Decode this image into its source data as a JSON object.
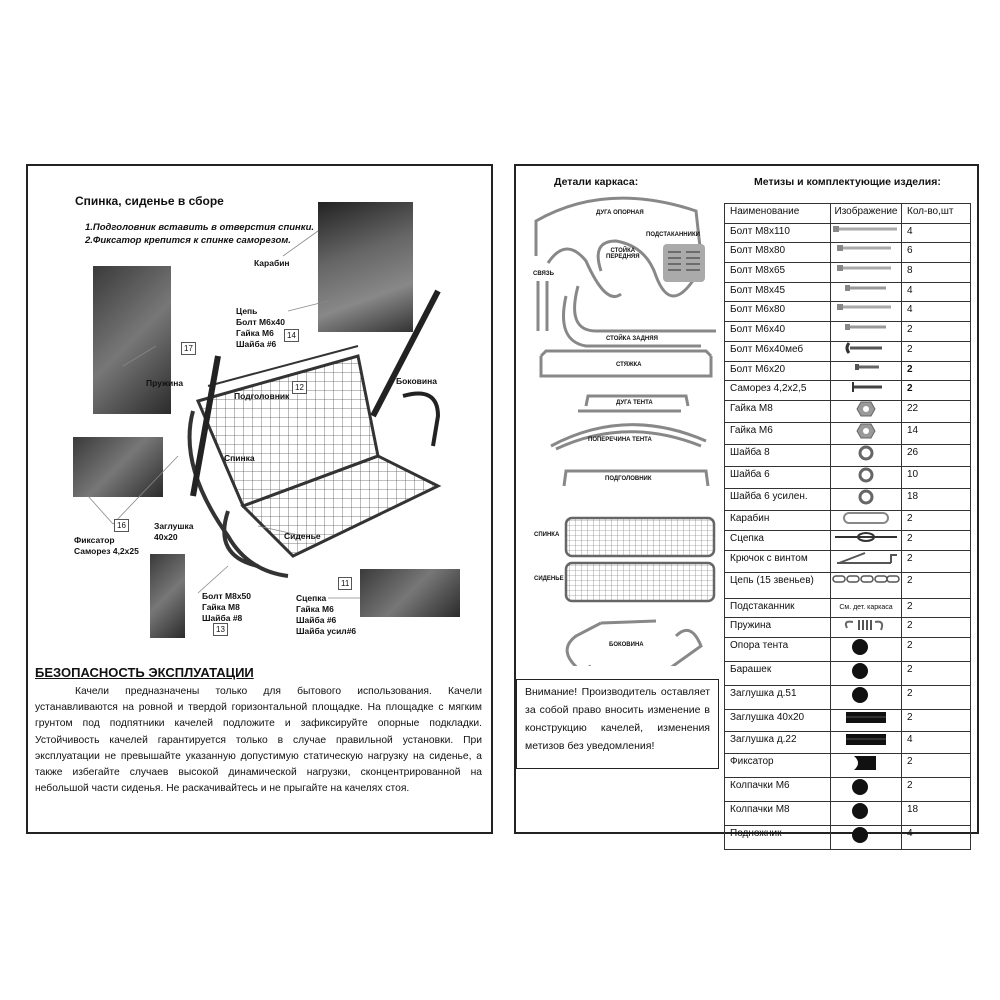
{
  "left": {
    "title": "Спинка, сиденье в сборе",
    "instructions": [
      "1.Подголовник вставить в отверстия спинки.",
      "2.Фиксатор крепится к спинке саморезом."
    ],
    "labels": {
      "karabin": "Карабин",
      "chain_group": [
        "Цепь",
        "Болт М6х40",
        "Гайка М6",
        "Шайба #6"
      ],
      "spring": "Пружина",
      "side": "Боковина",
      "headrest": "Подголовник",
      "back": "Спинка",
      "plug": [
        "Заглушка",
        "40х20"
      ],
      "seat": "Сиденье",
      "fixator": [
        "Фиксатор",
        "Саморез 4,2х25"
      ],
      "bolt_group": [
        "Болт М8х50",
        "Гайка М8",
        "Шайба #8"
      ],
      "coupling_group": [
        "Сцепка",
        "Гайка М6",
        "Шайба #6",
        "Шайба усил#6"
      ]
    },
    "steps": {
      "s11": "11",
      "s12": "12",
      "s13": "13",
      "s14": "14",
      "s16": "16",
      "s17": "17"
    },
    "safety_title": "БЕЗОПАСНОСТЬ ЭКСПЛУАТАЦИИ",
    "safety_text": "Качели предназначены только для бытового использования. Качели устанавливаются на ровной и твердой горизонтальной площадке. На площадке с мягким грунтом под подпятники качелей подложите и зафиксируйте опорные подкладки. Устойчивость качелей гарантируется только в случае правильной установки. При эксплуатации не превышайте указанную допустимую статическую нагрузку на сиденье, а также избегайте случаев высокой динамической нагрузки, сконцентрированной на небольшой части сиденья. Не раскачивайтесь и не прыгайте на качелях стоя."
  },
  "right": {
    "frame_title": "Детали каркаса:",
    "hardware_title": "Метизы и комплектующие изделия:",
    "frame_parts": {
      "arc": "ДУГА ОПОРНАЯ",
      "cupholders": "ПОДСТАКАННИКИ",
      "front_post": [
        "СТОЙКА",
        "ПЕРЕДНЯЯ"
      ],
      "link": "СВЯЗЬ",
      "rear_post": "СТОЙКА ЗАДНЯЯ",
      "tie": "СТЯЖКА",
      "awning_arc": "ДУГА ТЕНТА",
      "awning_bar": "ПОПЕРЕЧИНА ТЕНТА",
      "headrest": "ПОДГОЛОВНИК",
      "back": "СПИНКА",
      "seat": "СИДЕНЬЕ",
      "side": "БОКОВИНА"
    },
    "note": "Внимание! Производитель оставляет за собой право вносить изменение в конструкцию качелей, изменения метизов без уведомления!",
    "table": {
      "headers": [
        "Наименование",
        "Изображение",
        "Кол-во,шт"
      ],
      "rows": [
        {
          "name": "Болт М8х110",
          "icon": "bolt-long",
          "qty": "4"
        },
        {
          "name": "Болт М8х80",
          "icon": "bolt",
          "qty": "6"
        },
        {
          "name": "Болт М8х65",
          "icon": "bolt",
          "qty": "8"
        },
        {
          "name": "Болт М8х45",
          "icon": "bolt-short",
          "qty": "4"
        },
        {
          "name": "Болт М6х80",
          "icon": "bolt",
          "qty": "4"
        },
        {
          "name": "Болт М6х40",
          "icon": "bolt-short",
          "qty": "2"
        },
        {
          "name": "Болт М6х40меб",
          "icon": "carriage-bolt",
          "qty": "2"
        },
        {
          "name": "Болт М6х20",
          "icon": "bolt-tiny",
          "qty": "2"
        },
        {
          "name": "Саморез 4,2х2,5",
          "icon": "screw",
          "qty": "2"
        },
        {
          "name": "Гайка М8",
          "icon": "nut",
          "qty": "22"
        },
        {
          "name": "Гайка М6",
          "icon": "nut",
          "qty": "14"
        },
        {
          "name": "Шайба 8",
          "icon": "washer",
          "qty": "26"
        },
        {
          "name": "Шайба 6",
          "icon": "washer",
          "qty": "10"
        },
        {
          "name": "Шайба 6 усилен.",
          "icon": "washer",
          "qty": "18"
        },
        {
          "name": "Карабин",
          "icon": "carabiner",
          "qty": "2"
        },
        {
          "name": "Сцепка",
          "icon": "coupling",
          "qty": "2"
        },
        {
          "name": "Крючок с винтом",
          "icon": "hook",
          "qty": "2"
        },
        {
          "name": "Цепь (15 звеньев)",
          "icon": "chain",
          "qty": "2"
        },
        {
          "name": "Подстаканник",
          "image_text": "См. дет. каркаса",
          "qty": "2"
        },
        {
          "name": "Пружина",
          "icon": "spring",
          "qty": "2"
        },
        {
          "name": "Опора тента",
          "icon": "black-cap",
          "qty": "2"
        },
        {
          "name": "Барашек",
          "icon": "black-cap",
          "qty": "2"
        },
        {
          "name": "Заглушка д.51",
          "icon": "black-cap",
          "qty": "2"
        },
        {
          "name": "Заглушка 40х20",
          "icon": "black-plug",
          "qty": "2"
        },
        {
          "name": "Заглушка д.22",
          "icon": "black-plug",
          "qty": "4"
        },
        {
          "name": "Фиксатор",
          "icon": "clip",
          "qty": "2"
        },
        {
          "name": "Колпачки М6",
          "icon": "black-cap",
          "qty": "2"
        },
        {
          "name": "Колпачки М8",
          "icon": "black-cap",
          "qty": "18"
        },
        {
          "name": "Подножник",
          "icon": "black-cap",
          "qty": "4"
        }
      ]
    }
  }
}
